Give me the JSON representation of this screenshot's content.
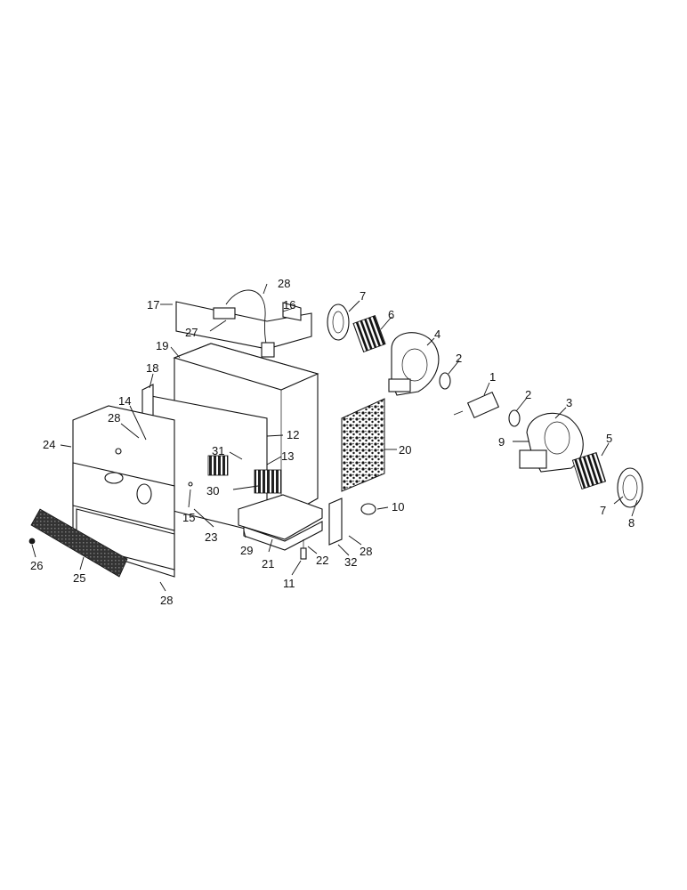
{
  "callouts": [
    "28",
    "17",
    "16",
    "27",
    "7",
    "6",
    "4",
    "2",
    "1",
    "2",
    "3",
    "9",
    "5",
    "7",
    "8",
    "19",
    "18",
    "14",
    "28",
    "24",
    "12",
    "31",
    "13",
    "30",
    "15",
    "23",
    "29",
    "21",
    "22",
    "11",
    "32",
    "28",
    "10",
    "20",
    "26",
    "25",
    "28"
  ]
}
